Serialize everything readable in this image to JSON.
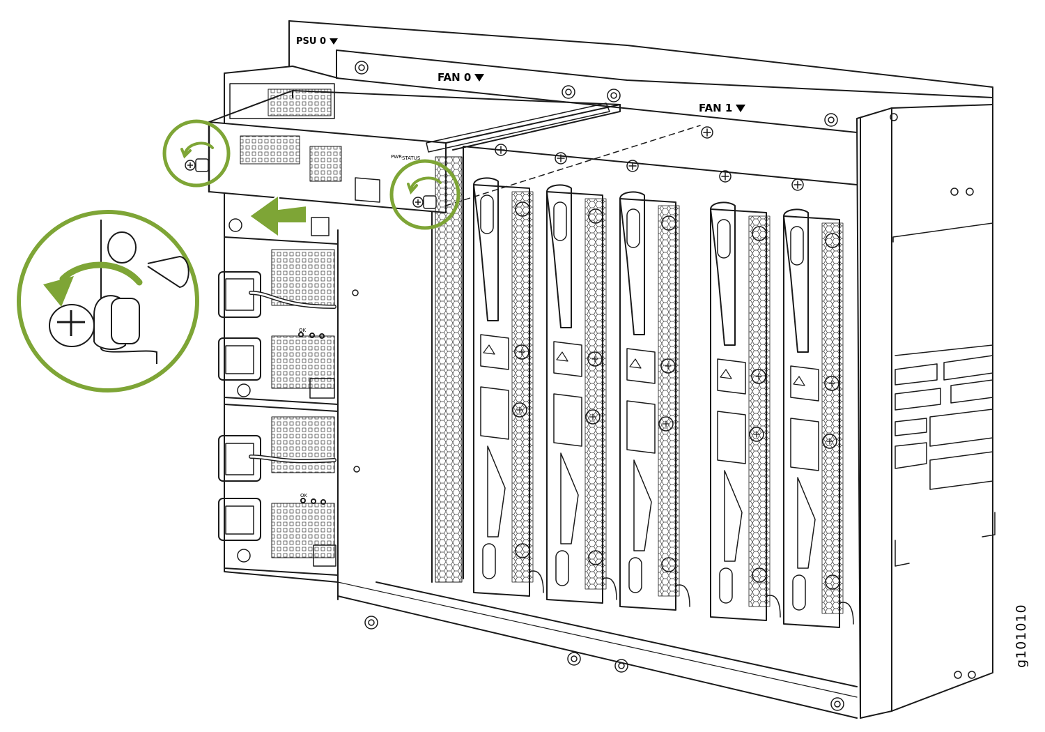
{
  "labels": {
    "psu0": "PSU 0",
    "fan0": "FAN 0",
    "fan1": "FAN 1",
    "pwr": "PWR",
    "status": "STATUS",
    "ok": "OK"
  },
  "figure_id": "g101010",
  "colors": {
    "highlight": "#7ea536",
    "line": "#1a1a1a",
    "arrow": "#7ea536"
  },
  "icons": [
    "captive-screw-icon",
    "counterclockwise-arrow-icon",
    "remove-direction-arrow-icon",
    "power-switch-icon"
  ]
}
